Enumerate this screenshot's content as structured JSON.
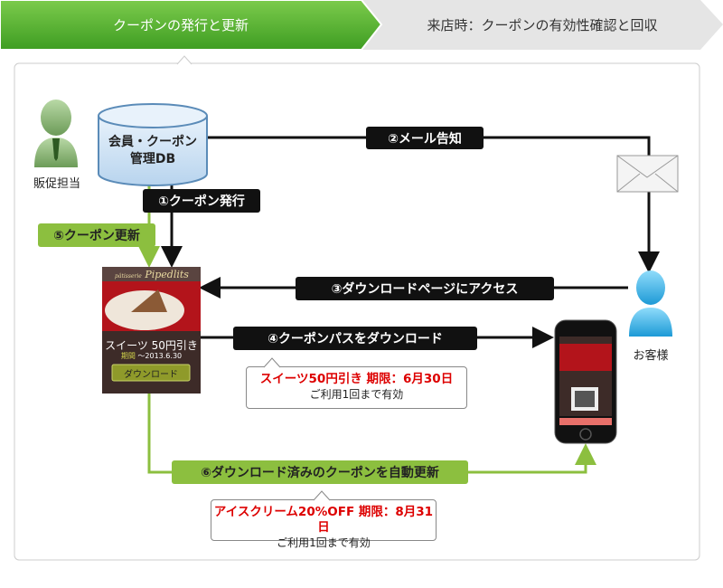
{
  "tabs": [
    {
      "label": "クーポンの発行と更新",
      "active": true
    },
    {
      "label": "来店時：クーポンの有効性確認と回収",
      "active": false
    }
  ],
  "actors": {
    "staff": "販促担当",
    "customer": "お客様"
  },
  "database": {
    "line1": "会員・クーポン",
    "line2": "管理DB"
  },
  "steps": {
    "s1": "①クーポン発行",
    "s2": "②メール告知",
    "s3": "③ダウンロードページにアクセス",
    "s4": "④クーポンパスをダウンロード",
    "s5": "⑤クーポン更新",
    "s6": "⑥ダウンロード済みのクーポンを自動更新"
  },
  "coupon_card": {
    "brand_small": "pâtisserie",
    "brand": "Pipedlits",
    "title": "スイーツ 50円引き",
    "period_label": "期間",
    "period": "～2013.6.30",
    "button": "ダウンロード"
  },
  "callout1": {
    "headline": "スイーツ50円引き 期限：6月30日",
    "note": "ご利用1回まで有効"
  },
  "callout2": {
    "headline": "アイスクリーム20%OFF 期限：8月31日",
    "note": "ご利用1回まで有効"
  },
  "colors": {
    "active_tab": "#5cb531",
    "inactive_tab": "#e5e5e5",
    "step_black": "#111111",
    "step_green": "#8cbf3f",
    "highlight_red": "#dd0000"
  }
}
